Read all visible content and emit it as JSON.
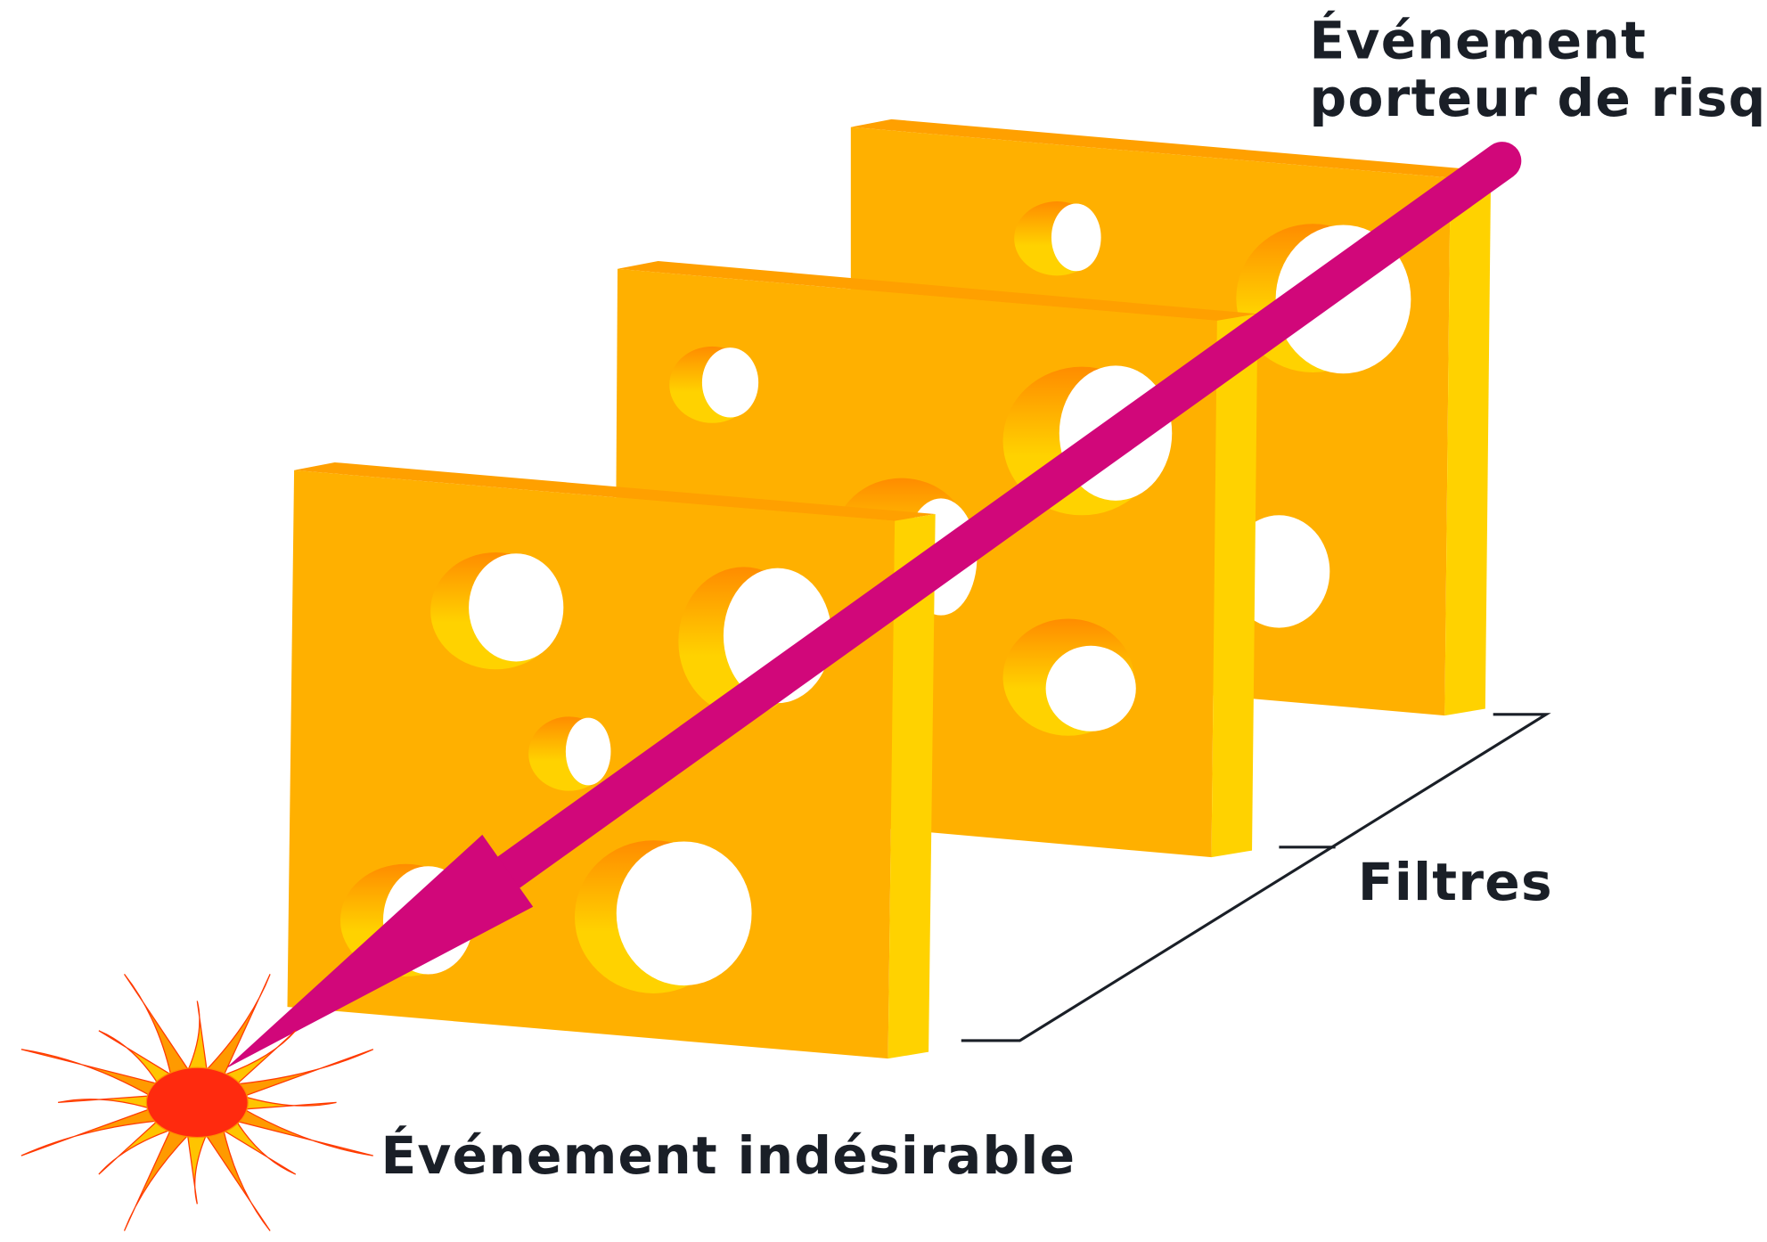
{
  "labels": {
    "source_line1": "Événement",
    "source_line2": "porteur de risque",
    "filters": "Filtres",
    "outcome": "Événement indésirable"
  },
  "colors": {
    "slab_face": "#FFB000",
    "slab_top": "#FFA000",
    "slab_side": "#FFD200",
    "arrow": "#D1077A",
    "burst_center": "#FF2A0E",
    "text": "#1A1F27"
  },
  "filter_count": 3
}
